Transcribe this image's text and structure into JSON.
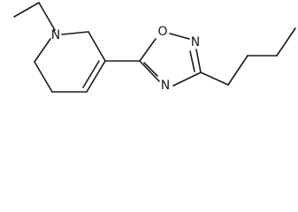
{
  "molecule": {
    "atoms": {
      "piperidine_n": "N",
      "oxadiazole_o": "O",
      "oxadiazole_n2": "N",
      "oxadiazole_n4": "N"
    }
  }
}
